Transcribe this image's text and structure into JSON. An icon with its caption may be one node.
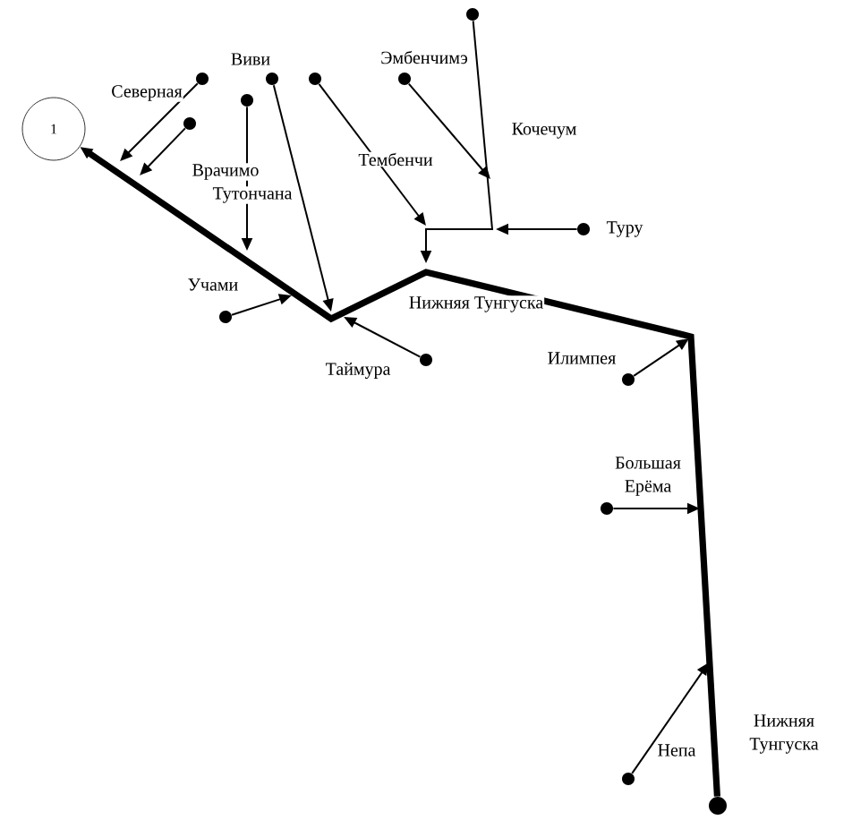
{
  "diagram": {
    "nodes": [
      {
        "text": [
          "1"
        ]
      },
      {
        "text": [],
        "shape": "circle"
      },
      {
        "text": [],
        "shape": "circle"
      },
      {
        "text": [],
        "shape": "circle"
      },
      {
        "text": [],
        "shape": "circle"
      },
      {
        "text": [],
        "shape": "circle"
      },
      {
        "text": [],
        "shape": "circle"
      },
      {
        "text": [],
        "shape": "circle"
      },
      {
        "text": [],
        "shape": "circle",
        "beside": [
          "Туру"
        ]
      },
      {
        "text": [],
        "shape": "circle",
        "beside": [
          "Учами"
        ]
      },
      {
        "text": [],
        "shape": "circle",
        "beside": [
          "Таймура"
        ]
      },
      {
        "text": [],
        "shape": "circle",
        "beside": [
          "Илимпея"
        ]
      },
      {
        "text": [],
        "shape": "circle",
        "beside": [
          "Большая Ерёма"
        ]
      },
      {
        "text": [],
        "shape": "circle",
        "beside": [
          "Непа"
        ]
      },
      {
        "text": [],
        "shape": "circle",
        "beside": [
          "Нижняя Тунгуска"
        ]
      }
    ],
    "edges": [
      {
        "from": 14,
        "to": 0,
        "arrow": "to",
        "style": "thick"
      },
      {
        "from": 1,
        "to": null,
        "arrow": "to"
      },
      {
        "from": 2,
        "to": null,
        "arrow": "to"
      },
      {
        "from": 3,
        "to": null,
        "arrow": "to"
      },
      {
        "from": 4,
        "to": null,
        "arrow": "to"
      },
      {
        "from": 5,
        "to": null,
        "arrow": "to"
      },
      {
        "from": 6,
        "to": null,
        "arrow": "to"
      },
      {
        "from": 7,
        "to": null,
        "arrow": "to"
      },
      {
        "from": 8,
        "to": null,
        "arrow": "to"
      },
      {
        "from": 9,
        "to": null,
        "arrow": "to"
      },
      {
        "from": 10,
        "to": null,
        "arrow": "to"
      },
      {
        "from": 11,
        "to": null,
        "arrow": "to"
      },
      {
        "from": 12,
        "to": null,
        "arrow": "to"
      },
      {
        "from": 13,
        "to": null,
        "arrow": "to"
      }
    ],
    "labels": [
      "Северная",
      "Виви",
      "Эмбенчимэ",
      "Кочечум",
      "Врачимо",
      "Тутончана",
      "Тембенчи",
      "Нижняя Тунгуска"
    ]
  }
}
